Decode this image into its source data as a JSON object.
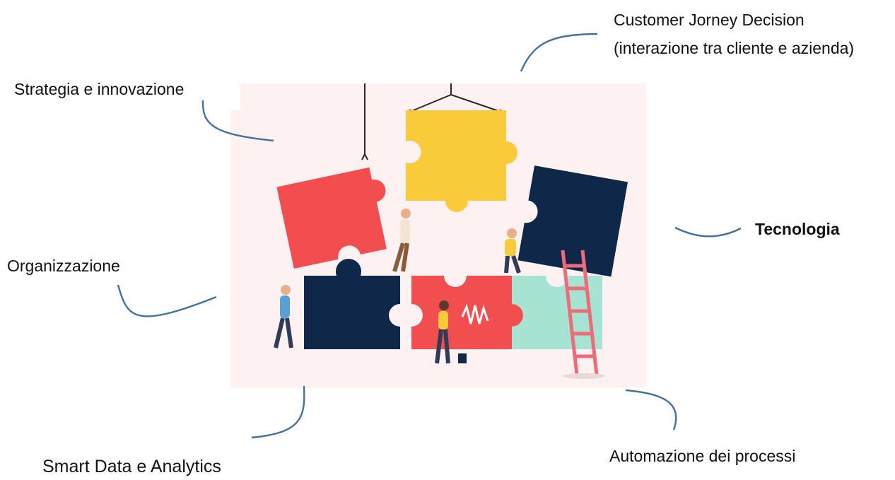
{
  "labels": {
    "customer_line1": "Customer Jorney Decision",
    "customer_line2": "(interazione tra cliente e azienda)",
    "strategia": "Strategia e innovazione",
    "tecnologia": "Tecnologia",
    "organizzazione": "Organizzazione",
    "smart_data": "Smart Data e Analytics",
    "automazione": "Automazione dei processi"
  },
  "colors": {
    "background_panel": "#fdf1f1",
    "puzzle_red": "#f24e50",
    "puzzle_yellow": "#f9ca3a",
    "puzzle_navy": "#0f2749",
    "puzzle_mint": "#a7e3d2",
    "ladder_pink": "#ee6b7a",
    "connector_line": "#44719a"
  }
}
